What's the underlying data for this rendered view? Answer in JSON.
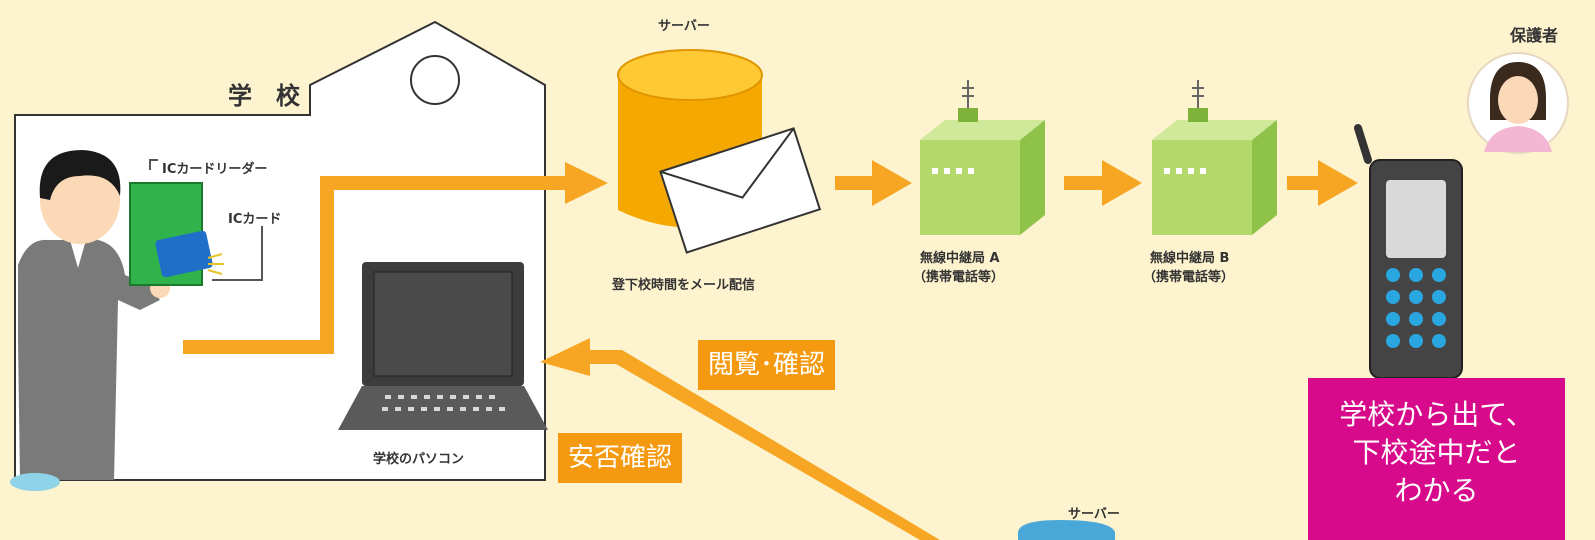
{
  "school": {
    "title": "学　校"
  },
  "reader": {
    "label": "ICカードリーダー",
    "card_label": "ICカード"
  },
  "pc": {
    "label": "学校のパソコン"
  },
  "server_top": {
    "label": "サーバー",
    "caption": "登下校時間をメール配信"
  },
  "relay_a": {
    "line1": "無線中継局 A",
    "line2": "（携帯電話等）"
  },
  "relay_b": {
    "line1": "無線中継局 B",
    "line2": "（携帯電話等）"
  },
  "guardian": {
    "label": "保護者"
  },
  "server_bottom": {
    "label": "サーバー"
  },
  "callouts": {
    "view_confirm": "閲覧･確認",
    "safety_confirm": "安否確認"
  },
  "notice": {
    "line1": "学校から出て、",
    "line2": "下校途中だと",
    "line3": "わかる"
  },
  "colors": {
    "background": "#fdf3cf",
    "arrow": "#f6a623",
    "callout": "#f59a10",
    "notice": "#d60a8a",
    "server": "#f5a800",
    "relay": "#b3d96a",
    "reader": "#2fb34a",
    "card": "#1f6fc8",
    "phone_keys": "#2aa7e0"
  }
}
